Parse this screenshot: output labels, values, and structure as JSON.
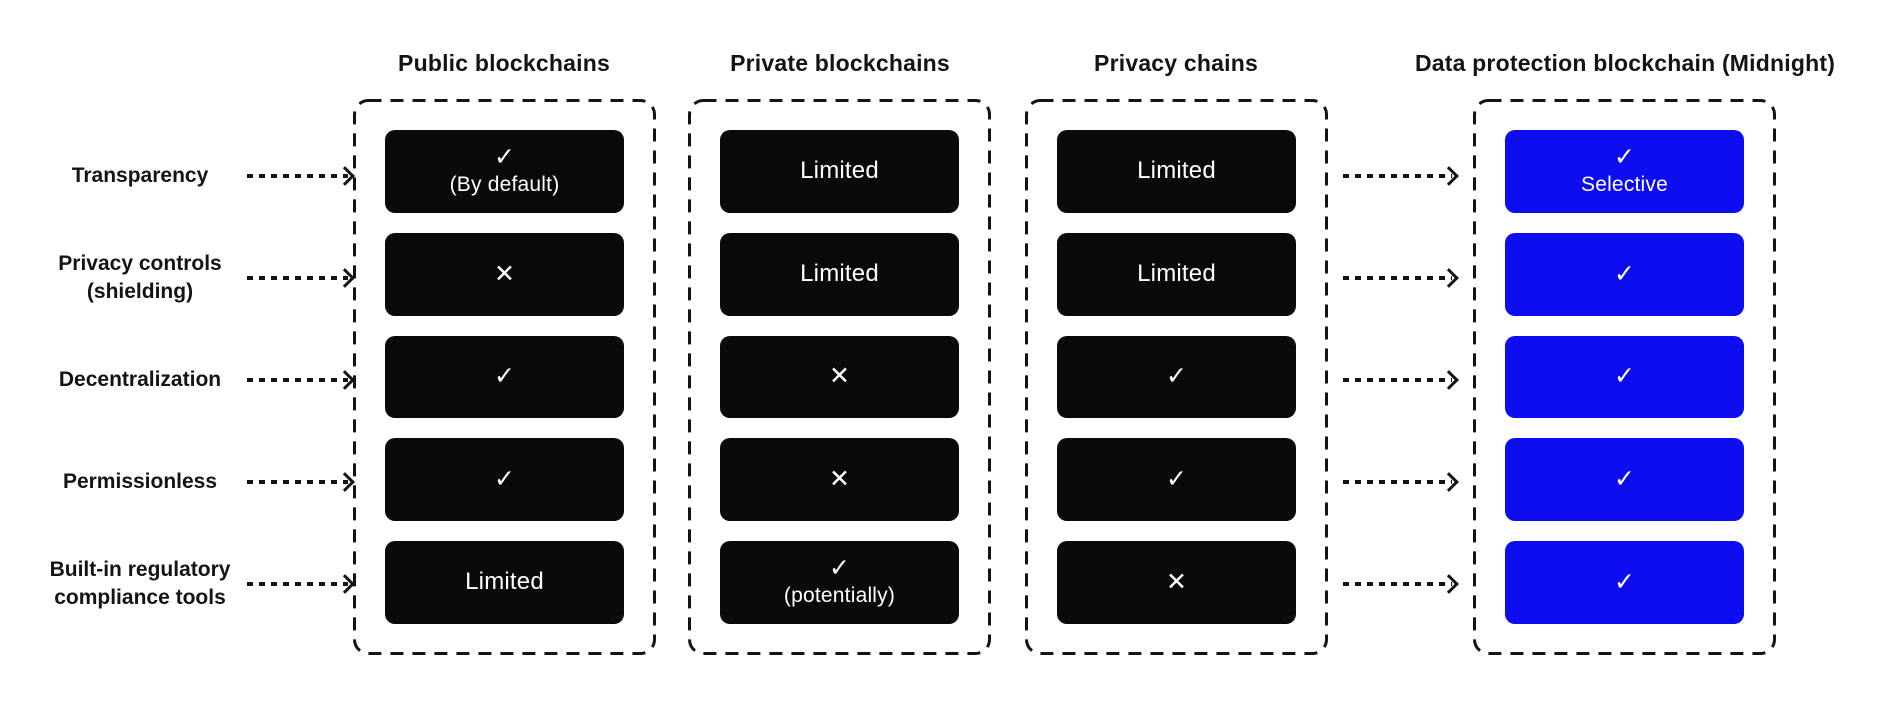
{
  "diagram": {
    "rows": [
      {
        "label": "Transparency"
      },
      {
        "label": "Privacy controls (shielding)"
      },
      {
        "label": "Decentralization"
      },
      {
        "label": "Permissionless"
      },
      {
        "label": "Built-in regulatory compliance tools"
      }
    ],
    "columns": [
      {
        "title": "Public blockchains",
        "theme": "black",
        "cells": [
          {
            "icon": "check",
            "label": "(By default)"
          },
          {
            "icon": "cross"
          },
          {
            "icon": "check"
          },
          {
            "icon": "check"
          },
          {
            "label": "Limited"
          }
        ]
      },
      {
        "title": "Private blockchains",
        "theme": "black",
        "cells": [
          {
            "label": "Limited"
          },
          {
            "label": "Limited"
          },
          {
            "icon": "cross"
          },
          {
            "icon": "cross"
          },
          {
            "icon": "check",
            "label": "(potentially)"
          }
        ]
      },
      {
        "title": "Privacy chains",
        "theme": "black",
        "cells": [
          {
            "label": "Limited"
          },
          {
            "label": "Limited"
          },
          {
            "icon": "check"
          },
          {
            "icon": "check"
          },
          {
            "icon": "cross"
          }
        ]
      },
      {
        "title": "Data protection blockchain (Midnight)",
        "theme": "blue",
        "cells": [
          {
            "icon": "check",
            "label": "Selective"
          },
          {
            "icon": "check"
          },
          {
            "icon": "check"
          },
          {
            "icon": "check"
          },
          {
            "icon": "check"
          }
        ]
      }
    ],
    "icon_glyphs": {
      "check": "✓",
      "cross": "✕"
    },
    "colors": {
      "cell_black": "#0a0a0a",
      "cell_blue": "#0d0df0",
      "ink": "#141414",
      "background": "#ffffff",
      "cell_text": "#ffffff"
    }
  }
}
